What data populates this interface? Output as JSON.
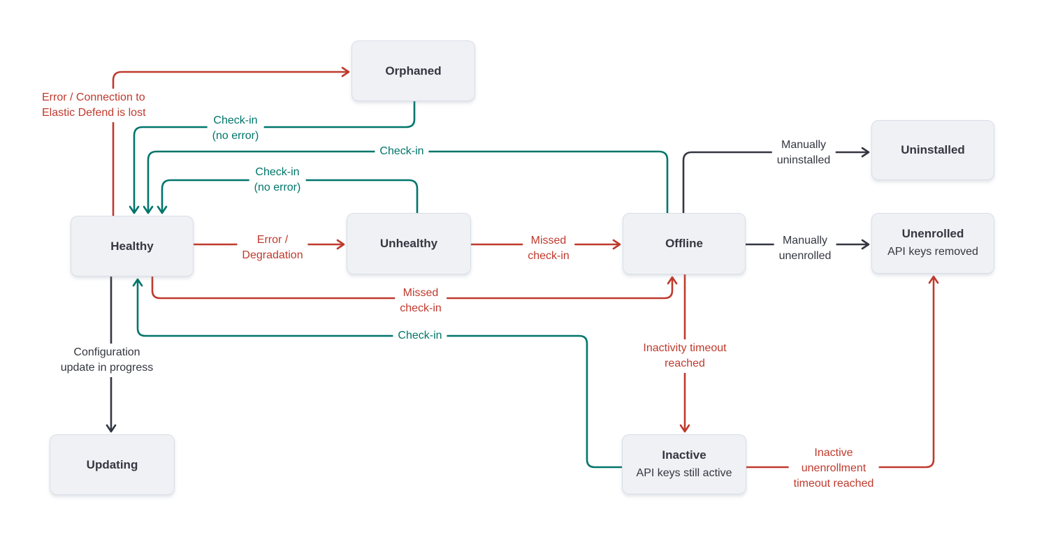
{
  "colors": {
    "red": "#bf3a2d",
    "teal": "#00756b",
    "dark": "#343741",
    "node_fill": "#f0f1f4",
    "node_border": "#d8dee8"
  },
  "diagram": {
    "nodes": [
      {
        "id": "orphaned",
        "title": "Orphaned"
      },
      {
        "id": "healthy",
        "title": "Healthy"
      },
      {
        "id": "unhealthy",
        "title": "Unhealthy"
      },
      {
        "id": "offline",
        "title": "Offline"
      },
      {
        "id": "uninstalled",
        "title": "Uninstalled"
      },
      {
        "id": "unenrolled",
        "title": "Unenrolled",
        "subtitle": "API keys removed"
      },
      {
        "id": "updating",
        "title": "Updating"
      },
      {
        "id": "inactive",
        "title": "Inactive",
        "subtitle": "API keys still active"
      }
    ],
    "edges": [
      {
        "from": "healthy",
        "to": "orphaned",
        "color": "red",
        "label": "Error / Connection to\nElastic Defend is lost"
      },
      {
        "from": "orphaned",
        "to": "healthy",
        "color": "teal",
        "label": "Check-in\n(no error)"
      },
      {
        "from": "offline",
        "to": "healthy",
        "color": "teal",
        "label": "Check-in"
      },
      {
        "from": "unhealthy",
        "to": "healthy",
        "color": "teal",
        "label": "Check-in\n(no error)"
      },
      {
        "from": "healthy",
        "to": "unhealthy",
        "color": "red",
        "label": "Error /\nDegradation"
      },
      {
        "from": "unhealthy",
        "to": "offline",
        "color": "red",
        "label": "Missed\ncheck-in"
      },
      {
        "from": "offline",
        "to": "uninstalled",
        "color": "dark",
        "label": "Manually\nuninstalled"
      },
      {
        "from": "offline",
        "to": "unenrolled",
        "color": "dark",
        "label": "Manually\nunenrolled"
      },
      {
        "from": "healthy",
        "to": "offline",
        "color": "red",
        "label": "Missed\ncheck-in"
      },
      {
        "from": "inactive",
        "to": "healthy",
        "color": "teal",
        "label": "Check-in"
      },
      {
        "from": "healthy",
        "to": "updating",
        "color": "dark",
        "label": "Configuration\nupdate in progress"
      },
      {
        "from": "offline",
        "to": "inactive",
        "color": "red",
        "label": "Inactivity timeout\nreached"
      },
      {
        "from": "inactive",
        "to": "unenrolled",
        "color": "red",
        "label": "Inactive\nunenrollment\ntimeout reached"
      }
    ]
  }
}
